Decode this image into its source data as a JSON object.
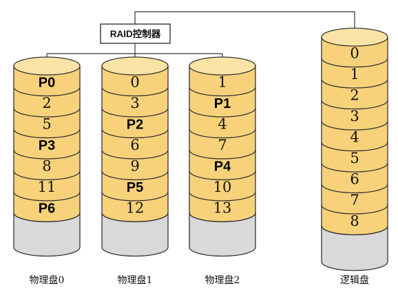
{
  "controller": {
    "label": "RAID控制器"
  },
  "disks": [
    {
      "name": "物理盘0",
      "blocks": [
        "P0",
        "2",
        "5",
        "P3",
        "8",
        "11",
        "P6"
      ]
    },
    {
      "name": "物理盘1",
      "blocks": [
        "0",
        "3",
        "P2",
        "6",
        "9",
        "P5",
        "12"
      ]
    },
    {
      "name": "物理盘2",
      "blocks": [
        "1",
        "P1",
        "4",
        "7",
        "P4",
        "10",
        "13"
      ]
    },
    {
      "name": "逻辑盘",
      "blocks": [
        "0",
        "1",
        "2",
        "3",
        "4",
        "5",
        "6",
        "7",
        "8"
      ]
    }
  ],
  "colors": {
    "block_fill": "#f7d27a",
    "block_top": "#fbe3a6",
    "empty_fill": "#d9d9d9",
    "stroke": "#333333"
  }
}
